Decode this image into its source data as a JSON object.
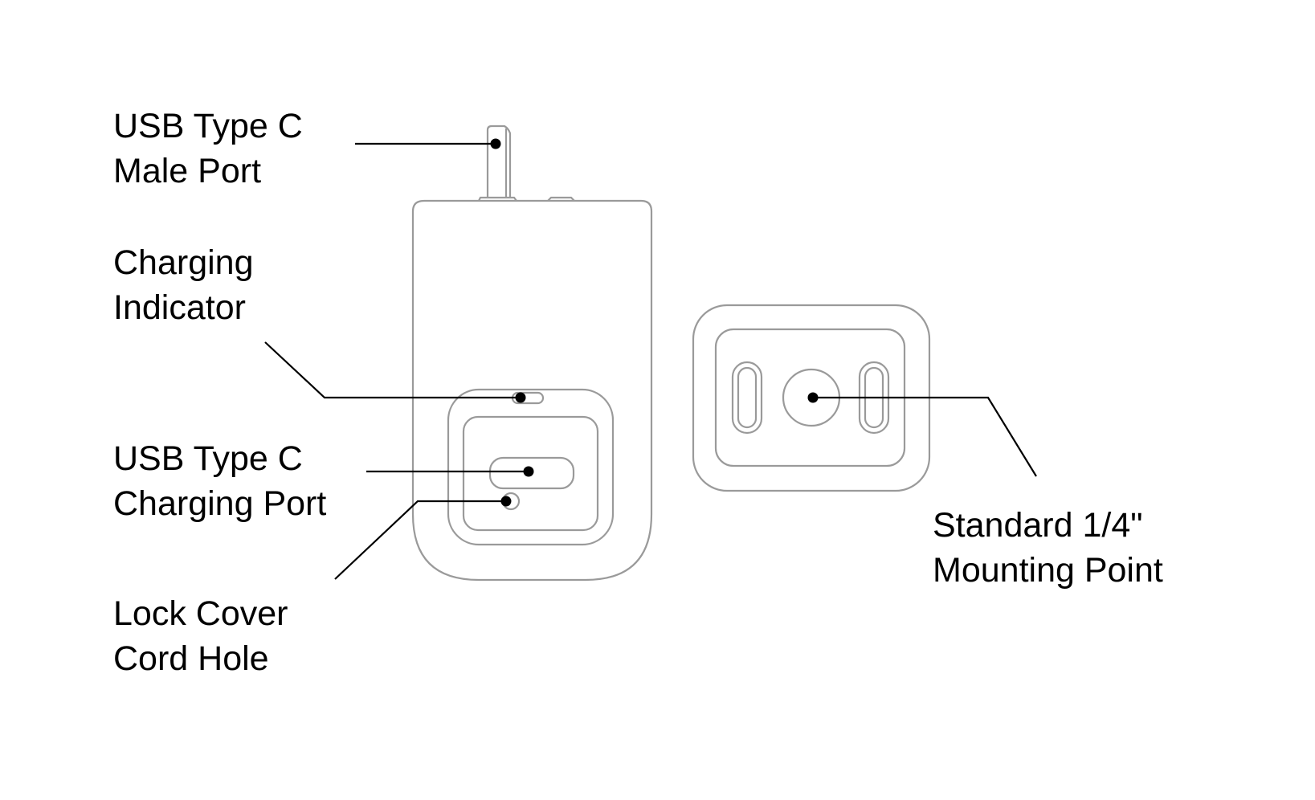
{
  "diagram": {
    "subject": "USB-C device with cover, front view and bottom mount view",
    "colors": {
      "outline": "#9a9a9a",
      "leader": "#000000",
      "background": "#ffffff",
      "text": "#000000"
    },
    "labels": [
      {
        "id": "usb-male",
        "line1": "USB Type C",
        "line2": "Male Port"
      },
      {
        "id": "charging-indicator",
        "line1": "Charging",
        "line2": "Indicator"
      },
      {
        "id": "usb-charging",
        "line1": "USB Type C",
        "line2": "Charging Port"
      },
      {
        "id": "lock-cover",
        "line1": "Lock Cover",
        "line2": "Cord Hole"
      },
      {
        "id": "mount-point",
        "line1": "Standard 1/4\"",
        "line2": "Mounting Point"
      }
    ]
  }
}
